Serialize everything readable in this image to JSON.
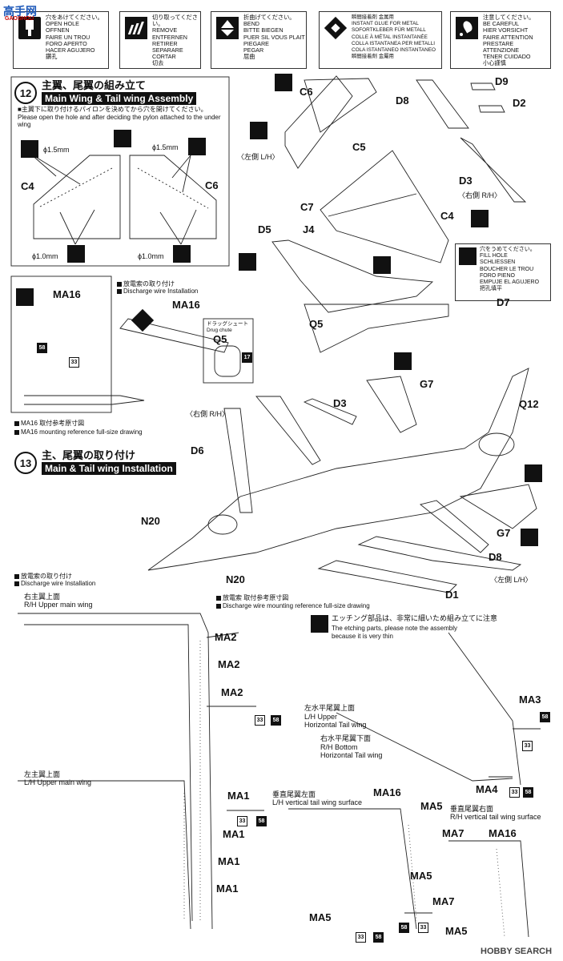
{
  "watermark": {
    "left_logo": "高手网",
    "left_sub": "GAOSHOU",
    "right_logo": "HOBBY SEARCH"
  },
  "legend": [
    {
      "icon": "drill-hole-icon",
      "text": "穴をあけてください。\nOPEN HOLE\nOFFNEN\nFAIRE UN TROU\nFORO APERTO\nHACER AGUJERO\n鑽孔"
    },
    {
      "icon": "cut-off-icon",
      "text": "切り取ってください。\nREMOVE\nENTFERNEN\nRETIRER\nSEPARARE\nCORTAR\n切去"
    },
    {
      "icon": "bend-icon",
      "text": "折曲げてください。\nBEND\nBITTE BIEGEN\nPUER SIL VOUS PLAIT\nPIEGARE\nPEGAR\n屈曲"
    },
    {
      "icon": "glue-icon",
      "text": "瞬間接着剤 金属用\nINSTANT GLUE FOR METAL\nSOFORTKLEBER FÜR METALL\nCOLLE À MÉTAL INSTANTANÉE\nCOLLA ISTANTANEA PER METALLI\nCOLA ISTANTANEO INSTANTANEO\n瞬間接着劑 金屬用"
    },
    {
      "icon": "careful-icon",
      "text": "注意してください。\nBE CAREFUL\nHIER VORSICHT\nFAIRE ATTENTION\nPRESTARE ATTENZIONE\nTENER CUIDADO\n小心謹慎"
    }
  ],
  "step12": {
    "num": "12",
    "title_jp": "主翼、尾翼の組み立て",
    "title_en": "Main Wing & Tail wing Assembly",
    "note_jp": "■主翼下に取り付けるパイロンを決めてから穴を開けてください。",
    "note_en": "Please open the hole and after deciding the pylon attached to the under wing",
    "dia15a": "ϕ1.5mm",
    "dia15b": "ϕ1.5mm",
    "dia10a": "ϕ1.0mm",
    "dia10b": "ϕ1.0mm"
  },
  "parts": {
    "C4a": "C4",
    "C6a": "C6",
    "C6b": "C6",
    "C5": "C5",
    "C7": "C7",
    "C4b": "C4",
    "D9": "D9",
    "D8a": "D8",
    "D2": "D2",
    "D3a": "D3",
    "D5": "D5",
    "J4": "J4",
    "D7": "D7",
    "Q5a": "Q5",
    "Q5b": "Q5",
    "G7a": "G7",
    "Q12": "Q12",
    "D3b": "D3",
    "D6": "D6",
    "N20a": "N20",
    "N20b": "N20",
    "G7b": "G7",
    "D8b": "D8",
    "D1": "D1",
    "MA16a": "MA16",
    "MA16b": "MA16"
  },
  "side_labels": {
    "lh1": "〈左側 L/H〉",
    "rh1": "〈右側 R/H〉",
    "rh2": "〈右側 R/H〉",
    "lh2": "〈左側 L/H〉"
  },
  "fill_hole": "穴をうめてください。\nFILL HOLE\nSCHLIESSEN\nBOUCHER LE TROU\nFORO PIENO\nEMPUJE EL AGUJERO\n把孔填平",
  "discharge_head": {
    "jp": "放電索の取り付け",
    "en": "Discharge wire Installation"
  },
  "drag_chute": {
    "jp": "ドラッグシュート",
    "en": "Drug chute"
  },
  "ma16_ref": {
    "jp": "MA16 取付参考原寸図",
    "en": "MA16 mounting reference full-size drawing"
  },
  "step13": {
    "num": "13",
    "title_jp": "主、尾翼の取り付け",
    "title_en": "Main & Tail wing Installation"
  },
  "bottom": {
    "discharge_jp": "放電索の取り付け",
    "discharge_en": "Discharge wire Installation",
    "ref_jp": "放電索 取付参考原寸図",
    "ref_en": "Discharge wire mounting reference full-size drawing",
    "etch_jp": "エッチング部品は、非常に細いため組み立てに注意",
    "etch_en": "The etching parts, please note the assembly\nbecause it is very thin",
    "rh_upper_main_jp": "右主翼上面",
    "rh_upper_main_en": "R/H Upper main wing",
    "lh_upper_main_jp": "左主翼上面",
    "lh_upper_main_en": "L/H Upper main wing",
    "lh_upper_tail_jp": "左水平尾翼上面",
    "lh_upper_tail_en": "L/H Upper\nHorizontal Tail wing",
    "rh_bottom_tail_jp": "右水平尾翼下面",
    "rh_bottom_tail_en": "R/H Bottom\nHorizontal Tail wing",
    "lh_vert_jp": "垂直尾翼左面",
    "lh_vert_en": "L/H vertical tail wing surface",
    "rh_vert_jp": "垂直尾翼右面",
    "rh_vert_en": "R/H vertical tail wing surface"
  },
  "ma_labels": {
    "ma2a": "MA2",
    "ma2b": "MA2",
    "ma2c": "MA2",
    "ma3": "MA3",
    "ma4": "MA4",
    "ma1a": "MA1",
    "ma1b": "MA1",
    "ma1c": "MA1",
    "ma1d": "MA1",
    "ma16c": "MA16",
    "ma16d": "MA16",
    "ma5a": "MA5",
    "ma5b": "MA5",
    "ma5c": "MA5",
    "ma5d": "MA5",
    "ma7a": "MA7",
    "ma7b": "MA7"
  },
  "nums": {
    "n33": "33",
    "n58": "58",
    "n17": "17"
  }
}
